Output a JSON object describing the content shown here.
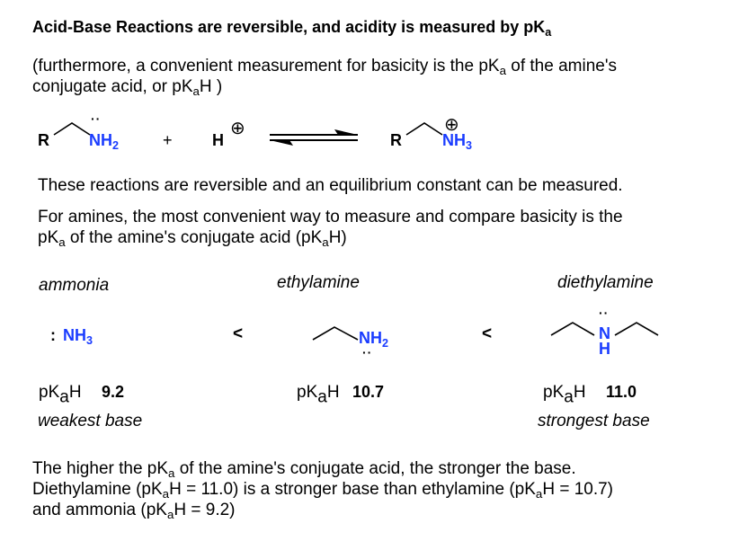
{
  "title": {
    "main": "Acid-Base Reactions are reversible, and acidity is measured by pK",
    "sub": "a"
  },
  "intro": {
    "line1_a": "(furthermore, a convenient measurement for basicity is the pK",
    "line1_sub": "a",
    "line1_b": " of the amine's",
    "line2_a": "conjugate acid, or pK",
    "line2_sub": "a",
    "line2_b": "H )"
  },
  "reaction": {
    "reactant_r": "R",
    "reactant_amine": "NH",
    "reactant_amine_sub": "2",
    "lone_pair": "··",
    "plus": "+",
    "proton": "H",
    "charge": "⊕",
    "product_r": "R",
    "product_amine": "NH",
    "product_amine_sub": "3",
    "arrow": "equilibrium-arrows-icon"
  },
  "text_reversible": "These reactions are reversible and an equilibrium constant can be measured.",
  "text_amines": {
    "line1": "For amines, the most convenient way to measure and compare basicity is the",
    "line2_a": "pK",
    "line2_sub": "a",
    "line2_b": " of the amine's conjugate acid (pK",
    "line2_sub2": "a",
    "line2_c": "H)"
  },
  "comparison": {
    "compounds": [
      {
        "name": "ammonia",
        "formula": "NH",
        "formula_sub": "3",
        "lone_pair": ":",
        "pka_label": "pK",
        "pka_sub": "a",
        "pka_suffix": "H",
        "pka_value": "9.2",
        "descriptor": "weakest base"
      },
      {
        "name": "ethylamine",
        "formula": "NH",
        "formula_sub": "2",
        "lone_pair": "··",
        "pka_label": "pK",
        "pka_sub": "a",
        "pka_suffix": "H",
        "pka_value": "10.7",
        "descriptor": ""
      },
      {
        "name": "diethylamine",
        "formula": "N",
        "formula_h": "H",
        "lone_pair": "··",
        "pka_label": "pK",
        "pka_sub": "a",
        "pka_suffix": "H",
        "pka_value": "11.0",
        "descriptor": "strongest base"
      }
    ],
    "less_than": "<"
  },
  "conclusion": {
    "line1_a": "The higher the pK",
    "line1_sub": "a",
    "line1_b": " of the amine's conjugate acid, the stronger the base.",
    "line2_a": "Diethylamine (pK",
    "line2_sub": "a",
    "line2_b": "H = 11.0) is a stronger base than ethylamine (pK",
    "line2_sub2": "a",
    "line2_c": "H = 10.7)",
    "line3_a": "and ammonia (pK",
    "line3_sub": "a",
    "line3_b": "H = 9.2)"
  },
  "colors": {
    "nitrogen_blue": "#1a3cff",
    "text": "#000000",
    "background": "#ffffff"
  }
}
